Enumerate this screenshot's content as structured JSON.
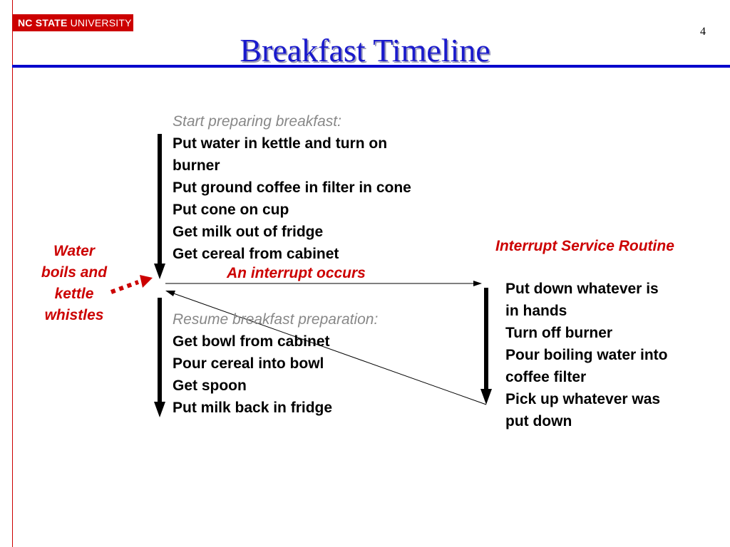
{
  "header": {
    "logo_text_bold": "NC STATE",
    "logo_text_regular": " UNIVERSITY",
    "page_number": "4",
    "title": "Breakfast Timeline"
  },
  "main_flow": {
    "start_label": "Start preparing breakfast:",
    "steps_before": [
      "Put water in kettle and turn on",
      "burner",
      "Put ground coffee in filter in cone",
      "Put cone on cup",
      "Get milk out of fridge",
      "Get cereal from cabinet"
    ],
    "interrupt_label": "An interrupt occurs",
    "resume_label": "Resume breakfast preparation:",
    "steps_after": [
      "Get bowl from cabinet",
      "Pour cereal into bowl",
      "Get spoon",
      "Put milk back in fridge"
    ]
  },
  "event": {
    "lines": [
      "Water",
      "boils and",
      "kettle",
      "whistles"
    ]
  },
  "isr": {
    "title": "Interrupt Service Routine",
    "steps": [
      "Put down whatever is",
      "in hands",
      "Turn off burner",
      "Pour boiling water into",
      "coffee filter",
      "Pick up whatever was",
      "put down"
    ]
  },
  "colors": {
    "accent_red": "#cc0000",
    "title_blue": "#1a1acc",
    "rule_blue": "#0000cc",
    "muted_gray": "#888888"
  }
}
